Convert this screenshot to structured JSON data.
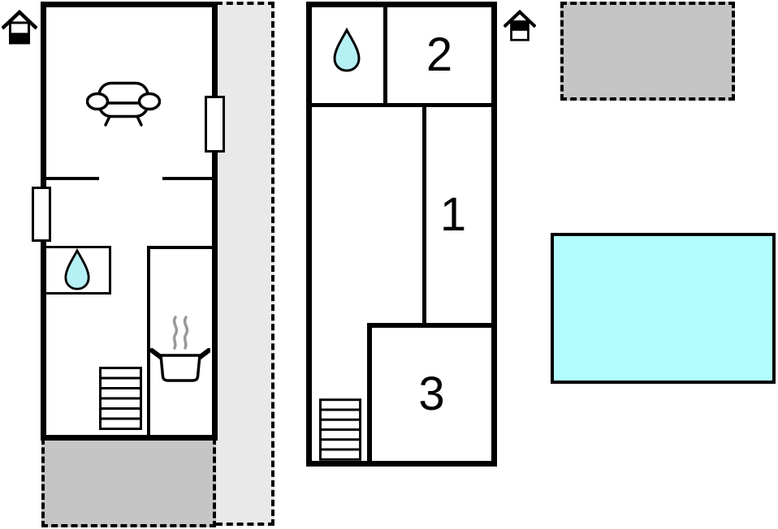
{
  "colors": {
    "wall": "#000000",
    "water": "#b5f1f4",
    "pool": "#b2fdfd",
    "strip-gray": "#e9e9e9",
    "terrace-gray": "#c5c5c5",
    "steam-gray": "#999999"
  },
  "ground_floor": {
    "level_indicator_icon": "house-ground-floor-icon",
    "feature_icons": [
      "sofa-icon",
      "water-drop-icon",
      "stove-pot-icon",
      "stairs-icon"
    ],
    "window_count": 2
  },
  "upper_floor": {
    "level_indicator_icon": "house-upper-floor-icon",
    "feature_icons": [
      "water-drop-icon",
      "stairs-icon"
    ],
    "rooms": [
      {
        "label": "1"
      },
      {
        "label": "2"
      },
      {
        "label": "3"
      }
    ]
  },
  "exterior": {
    "side_strip": "open-area",
    "ground_terrace": "terrace",
    "upper_terrace": "terrace",
    "pool": "swimming-pool"
  }
}
